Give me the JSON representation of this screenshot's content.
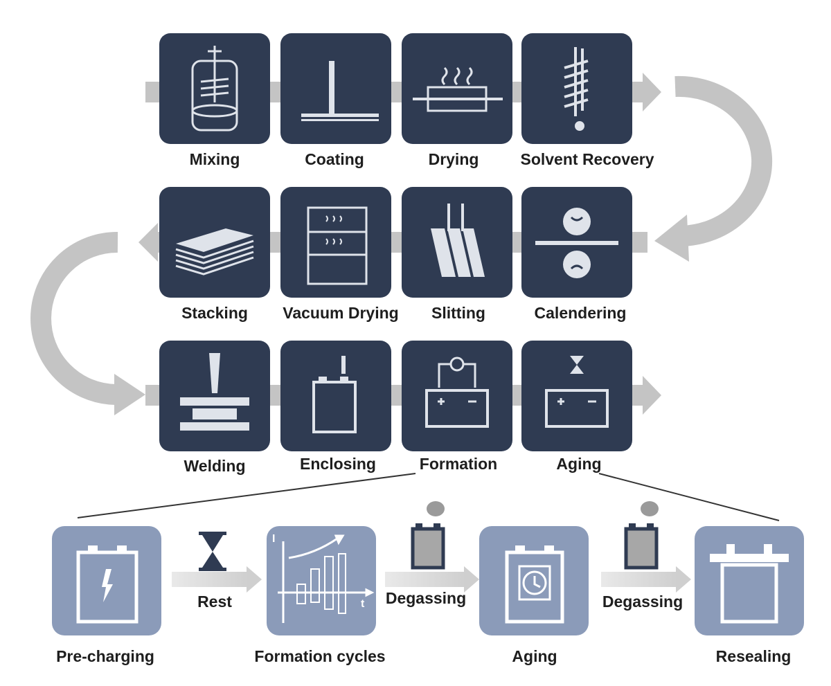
{
  "process_steps": {
    "row1": [
      {
        "label": "Mixing",
        "icon": "mixing-tank-icon"
      },
      {
        "label": "Coating",
        "icon": "coating-blade-icon"
      },
      {
        "label": "Drying",
        "icon": "drying-heater-icon"
      },
      {
        "label": "Solvent Recovery",
        "icon": "solvent-recovery-coil-icon"
      }
    ],
    "row2": [
      {
        "label": "Stacking",
        "icon": "stacked-sheets-icon"
      },
      {
        "label": "Vacuum Drying",
        "icon": "vacuum-oven-icon"
      },
      {
        "label": "Slitting",
        "icon": "slitting-strips-icon"
      },
      {
        "label": "Calendering",
        "icon": "calender-rollers-icon"
      }
    ],
    "row3": [
      {
        "label": "Welding",
        "icon": "welding-press-icon"
      },
      {
        "label": "Enclosing",
        "icon": "cell-enclosure-icon"
      },
      {
        "label": "Formation",
        "icon": "battery-meter-icon"
      },
      {
        "label": "Aging",
        "icon": "battery-hourglass-icon"
      }
    ]
  },
  "formation_detail": {
    "stages": [
      {
        "label": "Pre-charging",
        "icon": "precharge-cell-icon"
      },
      {
        "label": "Formation cycles",
        "icon": "current-time-plot-icon"
      },
      {
        "label": "Aging",
        "icon": "aging-clock-cell-icon"
      },
      {
        "label": "Resealing",
        "icon": "resealed-cell-icon"
      }
    ],
    "transitions": [
      {
        "label": "Rest",
        "icon": "hourglass-icon"
      },
      {
        "label": "Degassing",
        "icon": "gas-release-cell-icon"
      },
      {
        "label": "Degassing",
        "icon": "gas-release-cell-icon"
      }
    ],
    "plot_axes": {
      "y": "I",
      "x": "t"
    }
  },
  "colors": {
    "tile": "#2f3b52",
    "tile_icon": "#dfe3ea",
    "detail_tile": "#8b9bb9",
    "flow_arrow": "#c4c4c4"
  }
}
